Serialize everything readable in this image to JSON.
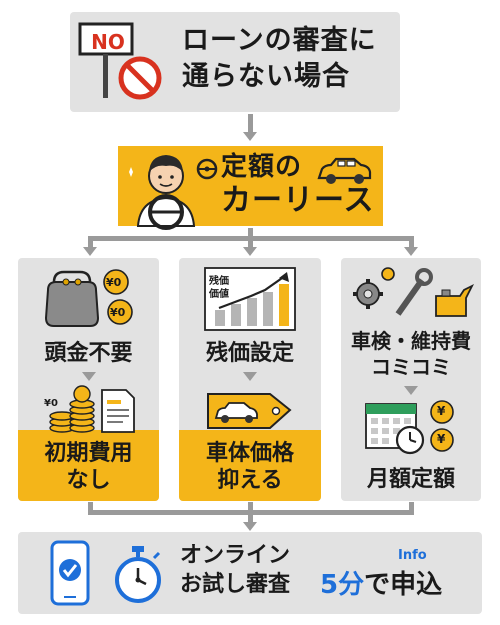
{
  "header": {
    "sign_text": "NO",
    "title_line1": "ローンの審査に",
    "title_line2": "通らない場合"
  },
  "solution": {
    "title_line1": "定額の",
    "title_line2": "カーリース"
  },
  "columns": [
    {
      "top_label": "頭金不要",
      "bottom_label_line1": "初期費用",
      "bottom_label_line2": "なし",
      "coin_text": "¥0"
    },
    {
      "top_label": "残価設定",
      "bottom_label_line1": "車体価格",
      "bottom_label_line2": "抑える",
      "chart_label_line1": "残価",
      "chart_label_line2": "価値"
    },
    {
      "top_label_line1": "車検・維持費",
      "top_label_line2": "コミコミ",
      "bottom_label": "月額定額",
      "coin_text": "¥"
    }
  ],
  "footer": {
    "line1": "オンライン",
    "line2": "お試し審査",
    "highlight_number": "5分",
    "highlight_rest": "で申込",
    "info_label": "Info"
  },
  "colors": {
    "accent_yellow": "#f4b519",
    "panel_grey": "#e2e2e2",
    "blue": "#1e6fd9"
  }
}
